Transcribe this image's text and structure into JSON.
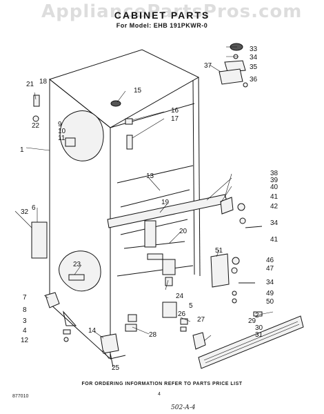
{
  "watermark": "AppliancePartsPros.com",
  "header": {
    "title": "CABINET PARTS",
    "subtitle": "For Model: EHB 191PKWR-0"
  },
  "callouts": [
    "1",
    "2",
    "3",
    "4",
    "5",
    "6",
    "7",
    "8",
    "9",
    "10",
    "11",
    "12",
    "13",
    "14",
    "15",
    "16",
    "17",
    "18",
    "19",
    "20",
    "21",
    "22",
    "23",
    "24",
    "25",
    "26",
    "27",
    "28",
    "29",
    "30",
    "31",
    "32",
    "33",
    "34",
    "35",
    "36",
    "37",
    "38",
    "39",
    "40",
    "41",
    "42",
    "34",
    "41",
    "46",
    "47",
    "34",
    "49",
    "50",
    "51"
  ],
  "footer": {
    "note": "FOR ORDERING INFORMATION REFER TO PARTS PRICE LIST",
    "code": "877010",
    "page": "4",
    "signature": "502-A-4"
  }
}
